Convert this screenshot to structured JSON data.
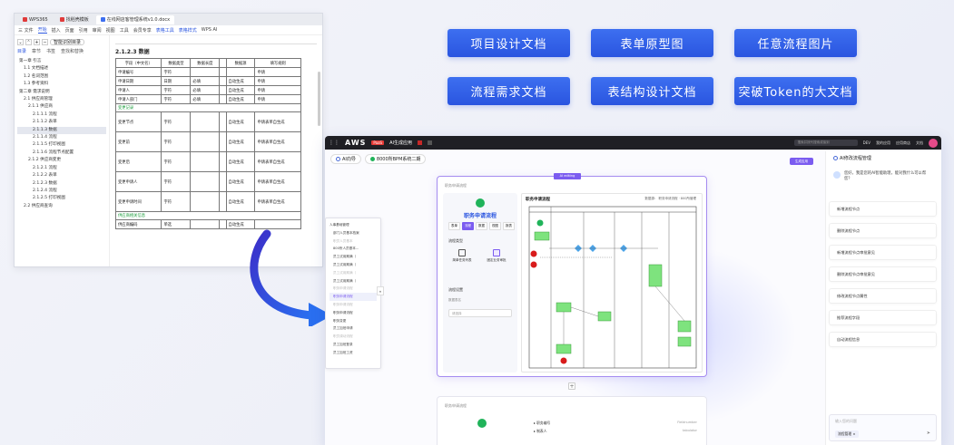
{
  "tags": [
    "项目设计文档",
    "表单原型图",
    "任意流程图片",
    "流程需求文档",
    "表结构设计文档",
    "突破Token的大文档"
  ],
  "wps": {
    "tabs": [
      "WPS365",
      "找稻壳模板",
      "在线网店客管理系统v1.0.docx"
    ],
    "menu": [
      "三 文件",
      "开始",
      "插入",
      "页面",
      "引用",
      "审阅",
      "视图",
      "工具",
      "会员专享",
      "表格工具",
      "表格样式",
      "WPS AI"
    ],
    "side_tabs": [
      "目录",
      "章节",
      "书签",
      "查找和替换"
    ],
    "nav_button": "智能识别目录",
    "toc": [
      "第一章 引言",
      "1.1 文档描述",
      "1.2 名词范围",
      "1.3 参考资料",
      "第二章 需求说明",
      "2.1 供应商管理",
      "2.1.1 供应商",
      "2.1.1.1 流程",
      "2.1.1.2 表单",
      "2.1.1.3 数据",
      "2.1.1.4 流程",
      "2.1.1.5 打印视图",
      "2.1.1.6 流程节点配置",
      "2.1.2 供应商变更",
      "2.1.2.1 流程",
      "2.1.2.2 表单",
      "2.1.2.3 数据",
      "2.1.2.4 流程",
      "2.1.2.5 打印视图",
      "2.2 供应商查询"
    ],
    "doc_title": "2.1.2.3 数据",
    "table_header": [
      "字段（中文名）",
      "数据类型",
      "数据长度",
      "",
      "数据源",
      "填写规则"
    ],
    "table_rows": [
      [
        "申请编号",
        "字符",
        "",
        "",
        "",
        "申请"
      ],
      [
        "申请日期",
        "日期",
        "必填",
        "",
        "自动生成",
        "申请"
      ],
      [
        "申请人",
        "字符",
        "必填",
        "",
        "自动生成",
        "申请"
      ],
      [
        "申请人部门",
        "字符",
        "必填",
        "",
        "自动生成",
        "申请"
      ]
    ],
    "section1": "变更记录",
    "rows2": [
      [
        "变更节点",
        "字符",
        "",
        "",
        "自动生成",
        "申请表单自生成"
      ],
      [
        "变更前",
        "字符",
        "",
        "",
        "自动生成",
        "申请表单自生成"
      ],
      [
        "变更后",
        "字符",
        "",
        "",
        "自动生成",
        "申请表单自生成"
      ],
      [
        "变更申请人",
        "字符",
        "",
        "",
        "自动生成",
        "申请表单自生成"
      ],
      [
        "变更申请时间",
        "字符",
        "",
        "",
        "自动生成",
        "申请表单自生成"
      ]
    ],
    "section2": "供应商相关信息",
    "row3": [
      "供应商编码",
      "单选",
      "",
      "",
      "自动生成",
      ""
    ]
  },
  "aws": {
    "logo": "AWS",
    "paas": "PaaS",
    "app_title": "AI生成应用",
    "search_placeholder": "搜索并按代搜索或接到",
    "nav": [
      "DEV",
      "我的应用",
      "应用商店",
      "文档"
    ],
    "pill1": "AI向导",
    "pill2": "8000所BPM系统二期",
    "gen_button": "生成应用",
    "editing": "AI editing",
    "card_header": "职务申请流程",
    "process_title": "职务申请流程",
    "btns": [
      "表单",
      "流程",
      "数据",
      "视图",
      "报表"
    ],
    "sec_type": "流程类型",
    "opt1": "简单任务列表",
    "opt2": "固定业务审批",
    "sec_setting": "流程设置",
    "sec_sub": "数据表名",
    "select_placeholder": "请选择",
    "diagram_title": "职务申请流程",
    "diagram_right": "数据源：  职务申请流程  · 800所管理",
    "tree": [
      {
        "t": "人事基础管理",
        "s": "n"
      },
      {
        "t": "部门人员基本档案",
        "s": "n"
      },
      {
        "t": "职员人员基本",
        "s": "g"
      },
      {
        "t": "800所人员基本...",
        "s": "n"
      },
      {
        "t": "员工试用期满（",
        "s": "n"
      },
      {
        "t": "员工试用期满（",
        "s": "n"
      },
      {
        "t": "员工试用期满（",
        "s": "g"
      },
      {
        "t": "员工试用期满（",
        "s": "n"
      },
      {
        "t": "职务申请流程",
        "s": "g"
      },
      {
        "t": "职务申请流程",
        "s": "sel"
      },
      {
        "t": "职务申请流程",
        "s": "g"
      },
      {
        "t": "职务申请流程",
        "s": "n"
      },
      {
        "t": "职务变更",
        "s": "n"
      },
      {
        "t": "员工加班申请",
        "s": "n"
      },
      {
        "t": "职员调动流程",
        "s": "g"
      },
      {
        "t": "员工加班登录",
        "s": "n"
      },
      {
        "t": "员工加班工资",
        "s": "n"
      }
    ],
    "card2_header": "职务申请流程",
    "card2_rows": [
      {
        "label": "▸ 职务编号",
        "right": "Fieldnumber"
      },
      {
        "label": "▸ 制表人",
        "right": "tabulator"
      }
    ],
    "right_panel": {
      "title": "AI修改流程管理",
      "msg": "您好，我是您的AI智能助理，能对我什么可以帮您？",
      "items": [
        "新增流程节点",
        "删除流程节点",
        "新增流程节点审批意见",
        "删除流程节点审批意见",
        "修改流程节点属性",
        "推荐流程字段",
        "自动流程信息"
      ],
      "input_placeholder": "输入您的问题",
      "chip": "流程管理 ×",
      "send": "➤"
    }
  },
  "colors": {
    "accent": "#2a55e0",
    "purple": "#7b5cf0",
    "green": "#20b35a",
    "red": "#d81b1b"
  }
}
